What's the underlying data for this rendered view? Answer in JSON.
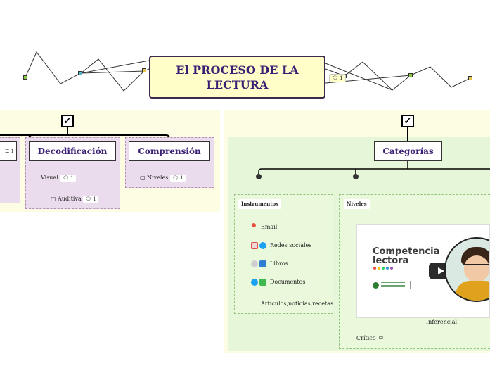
{
  "title": "El PROCESO DE LA LECTURA",
  "title_chip_count": "1",
  "left_branch": {
    "list_chip": "1",
    "decodificacion": {
      "label": "Decodificación",
      "visual": "Visual",
      "visual_comments": "1",
      "auditiva": "Auditiva",
      "auditiva_comments": "1"
    },
    "comprension": {
      "label": "Comprensión",
      "niveles": "Niveles",
      "niveles_comments": "1"
    }
  },
  "right_branch": {
    "categorias": "Categorías",
    "instrumentos": {
      "label": "Instrumentos",
      "items": [
        "Email",
        "Redes sociales",
        "Libros",
        "Documentos",
        "Artículos,noticias,recetas"
      ]
    },
    "niveles": {
      "label": "Niveles",
      "video_title_line1": "Competencia",
      "video_title_line2": "lectora",
      "inferencial": "Inferencial",
      "critico": "Crítico"
    }
  },
  "colors": {
    "title_bg": "#fffec8",
    "title_text": "#3a1e74",
    "panel_bg": "#fdfde4",
    "purple_box": "#eadcec",
    "green_box": "#eaf8dc"
  }
}
